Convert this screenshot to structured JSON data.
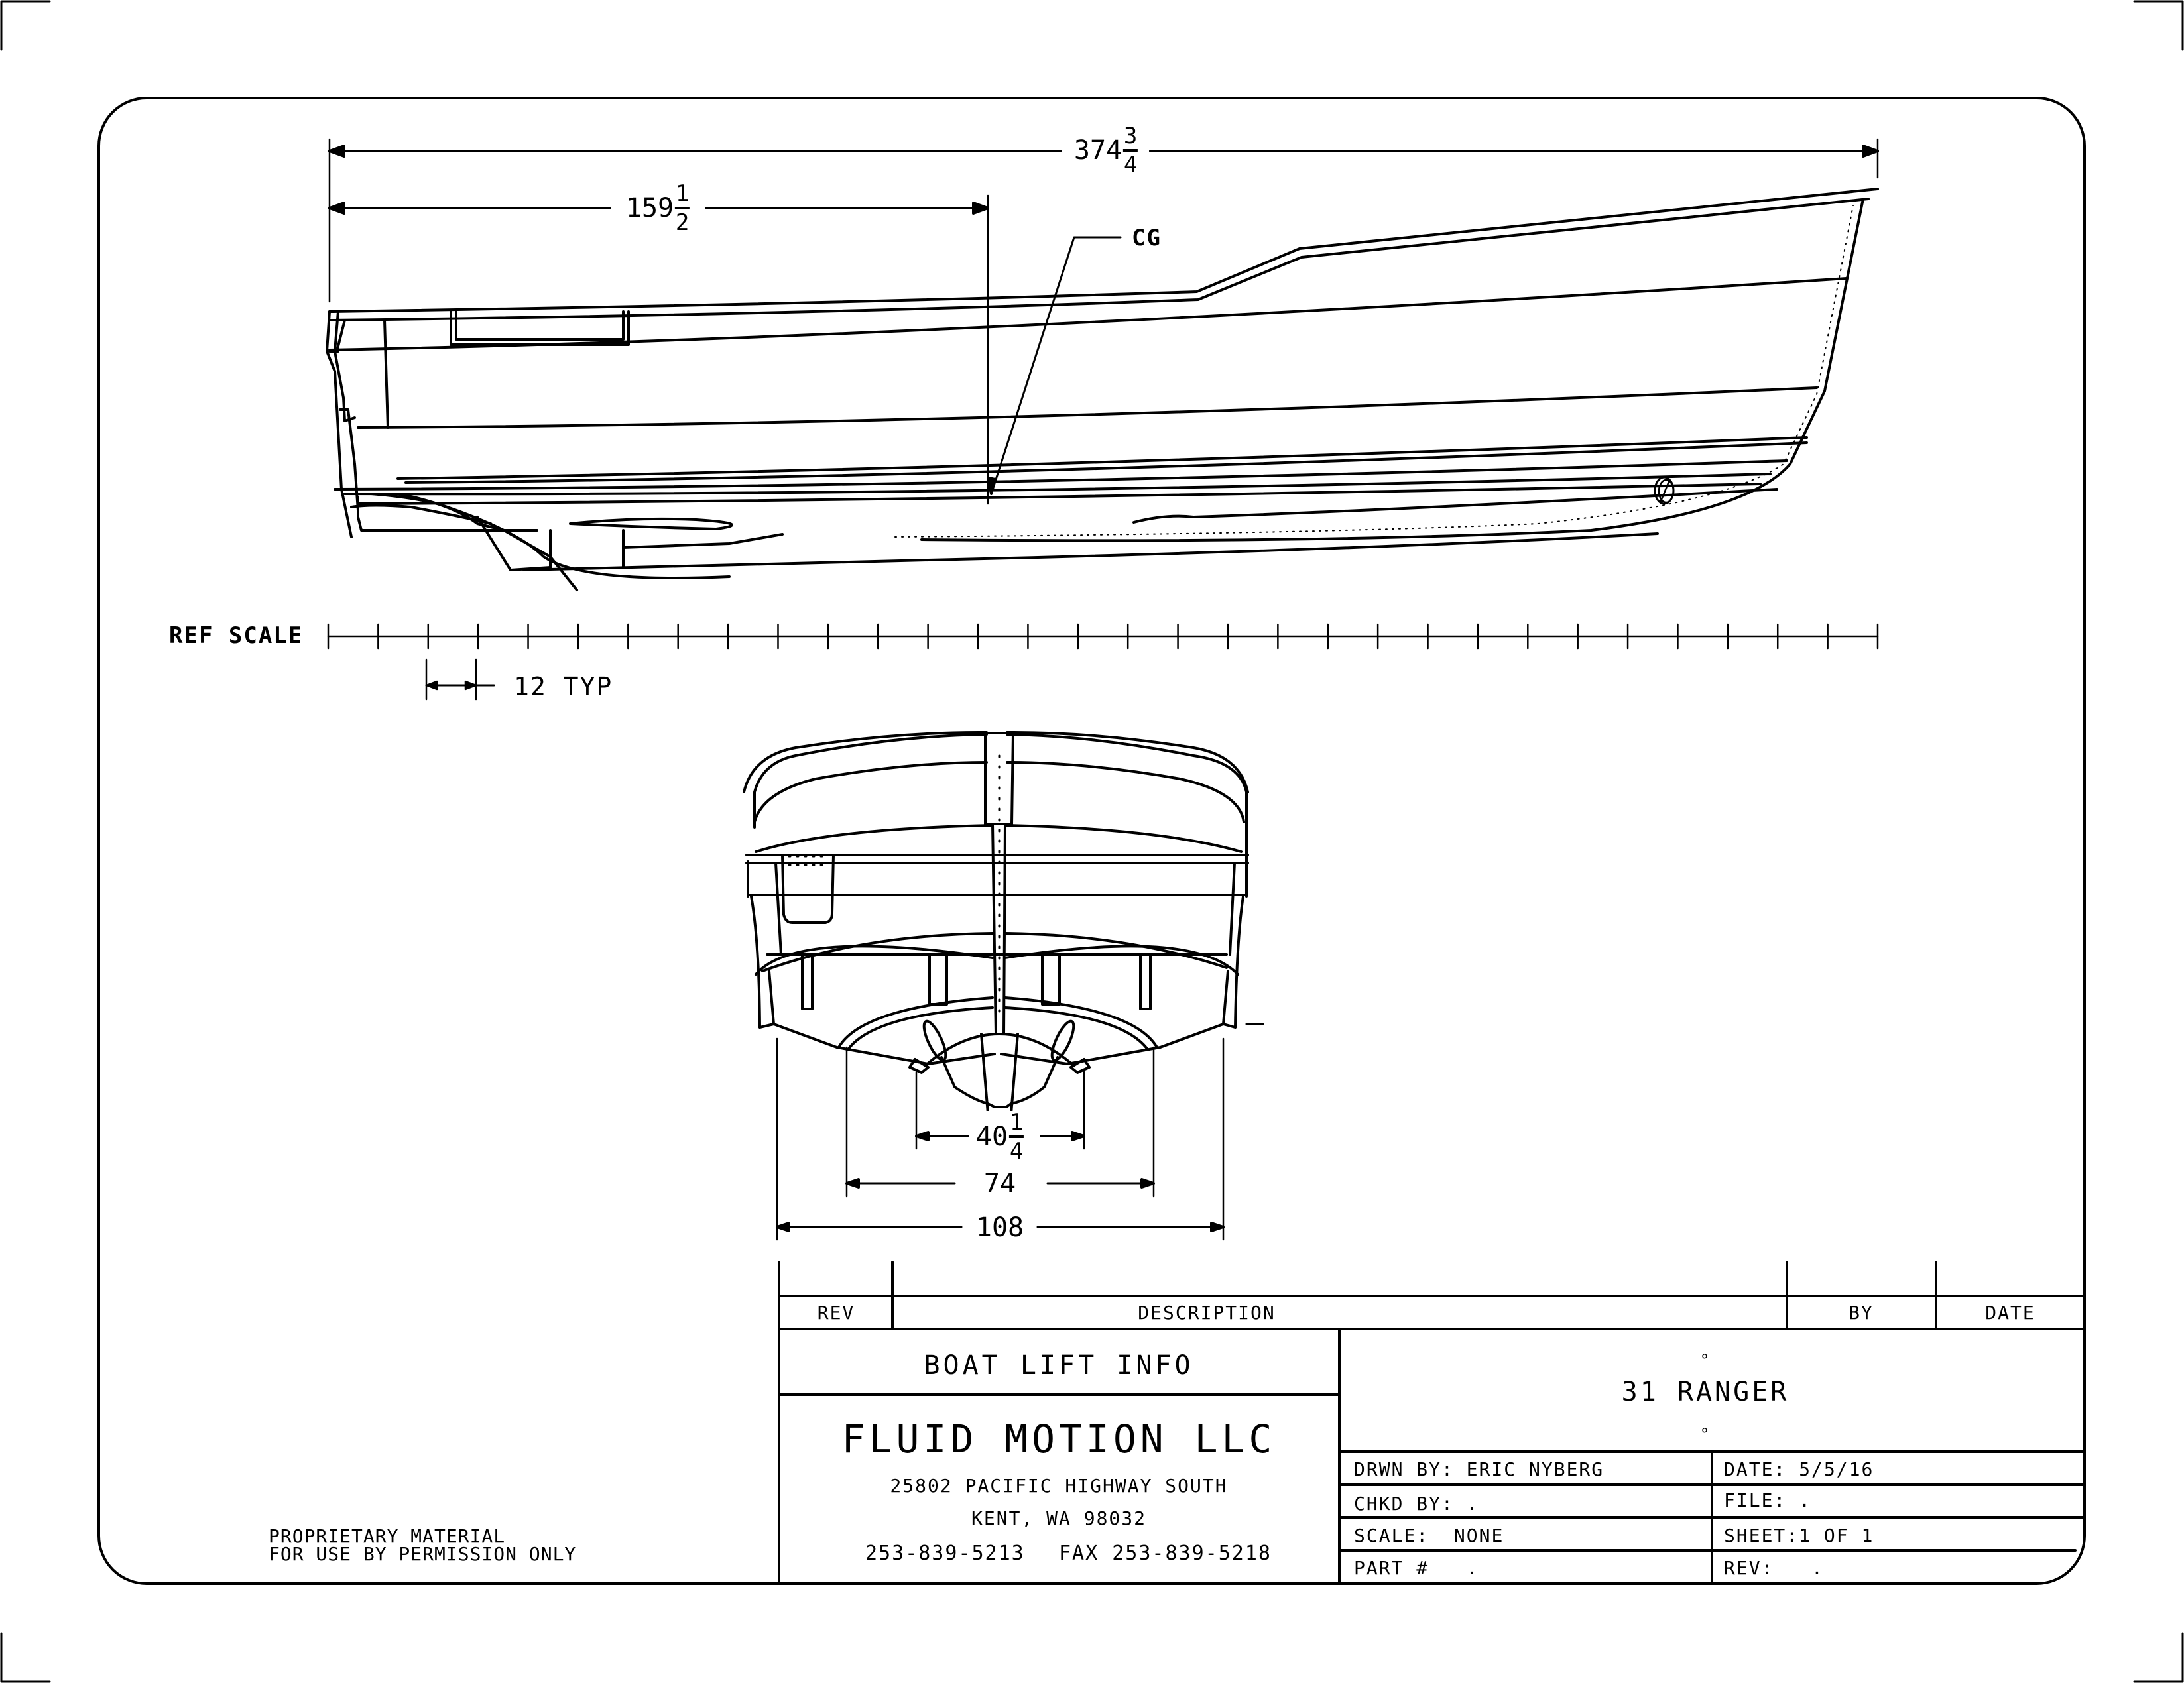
{
  "drawing": {
    "title": "31 RANGER",
    "subtitle": "BOAT LIFT INFO",
    "line_color": "#000000",
    "background": "#ffffff"
  },
  "side_profile": {
    "overall_length": {
      "whole": "374",
      "num": "3",
      "den": "4"
    },
    "cg_from_transom": {
      "whole": "159",
      "num": "1",
      "den": "2"
    },
    "cg_label": "CG"
  },
  "ref_scale": {
    "label": "REF SCALE",
    "interval_label": "12 TYP",
    "tick_count": 32
  },
  "stern_view": {
    "dim_inner": {
      "whole": "40",
      "num": "1",
      "den": "4"
    },
    "dim_middle": "74",
    "dim_overall": "108"
  },
  "revision_table": {
    "headers": {
      "rev": "REV",
      "description": "DESCRIPTION",
      "by": "BY",
      "date": "DATE"
    },
    "rows": []
  },
  "company": {
    "name": "FLUID MOTION LLC",
    "address_line1": "25802 PACIFIC HIGHWAY SOUTH",
    "address_line2": "KENT, WA 98032",
    "phone": "253-839-5213",
    "fax": "FAX 253-839-5218"
  },
  "title_block": {
    "project_name": "31 RANGER",
    "dot_above": "°",
    "dot_below": "°",
    "drawn_by_label": "DRWN BY:",
    "drawn_by": "ERIC NYBERG",
    "date_label": "DATE:",
    "date": "5/5/16",
    "checked_by_label": "CHKD BY:",
    "checked_by": ".",
    "file_label": "FILE:",
    "file": ".",
    "scale_label": "SCALE:",
    "scale": "NONE",
    "sheet_label": "SHEET:",
    "sheet": "1 OF 1",
    "part_label": "PART #",
    "part": ".",
    "rev_label": "REV:",
    "rev": "."
  },
  "notice": {
    "line1": "PROPRIETARY MATERIAL",
    "line2": "FOR USE BY PERMISSION ONLY"
  }
}
